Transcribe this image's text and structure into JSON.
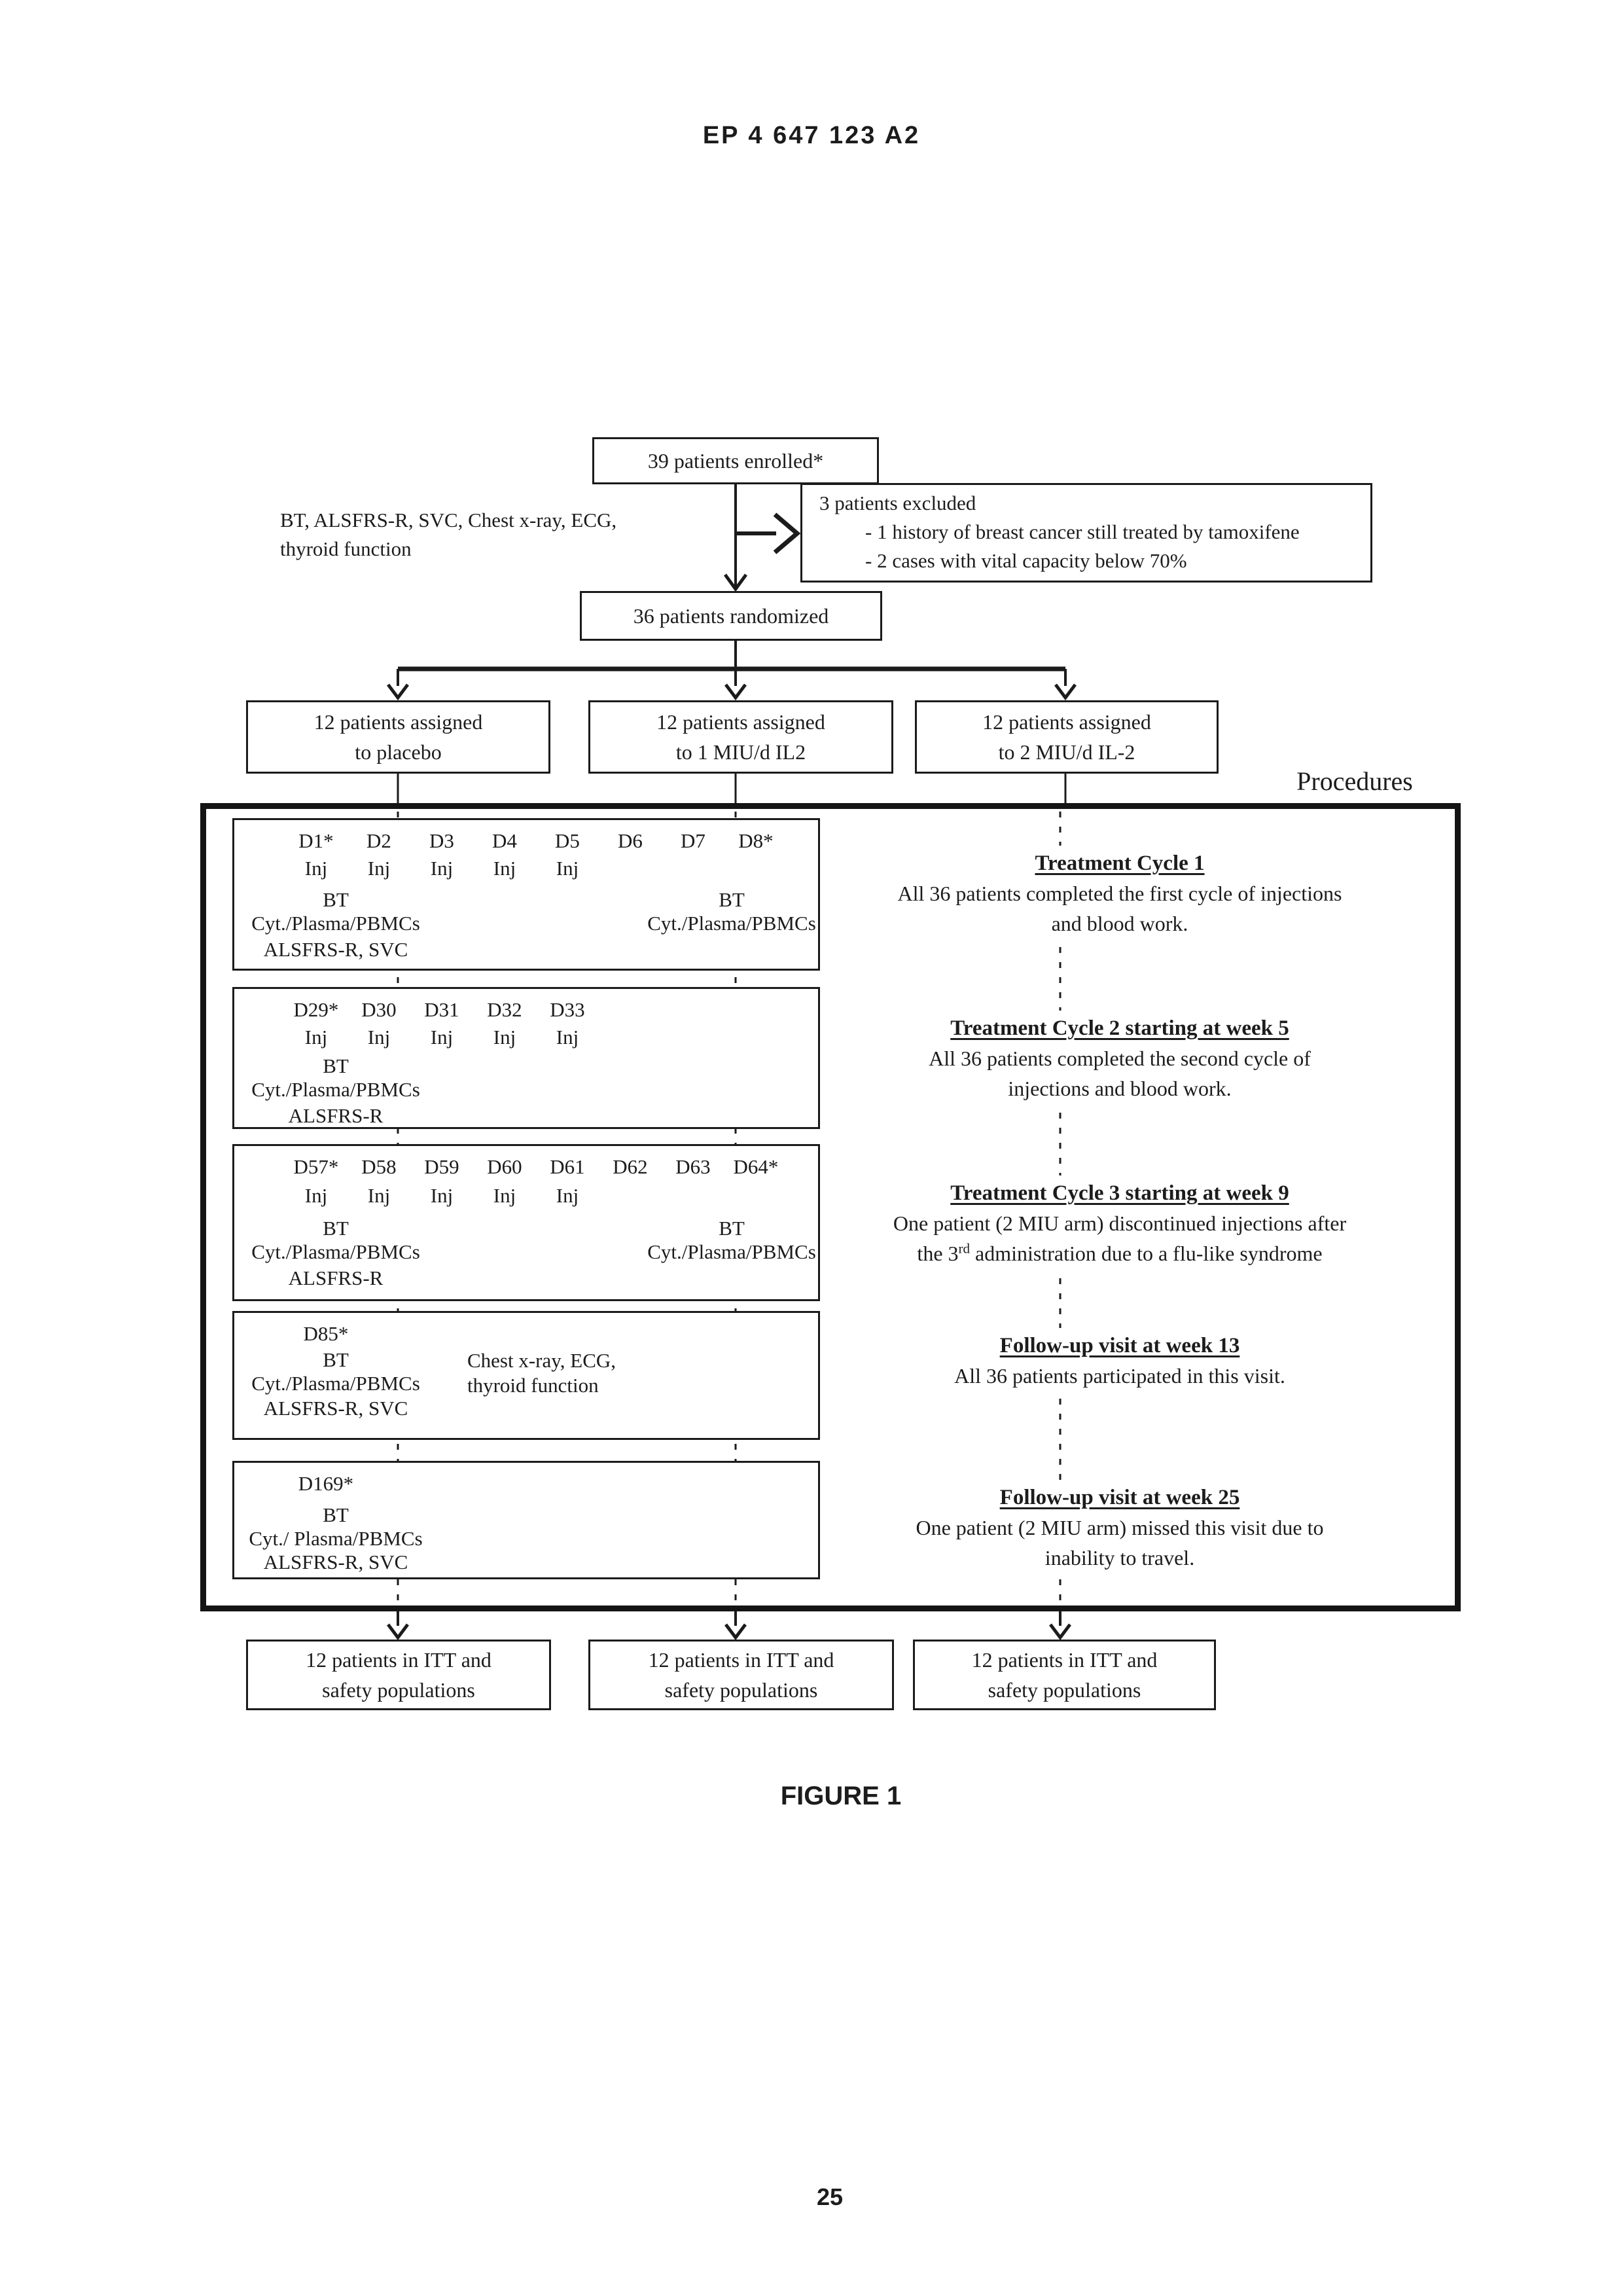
{
  "page": {
    "header": "EP 4 647 123 A2",
    "figure_caption": "FIGURE 1",
    "page_number": "25",
    "procedures_label": "Procedures"
  },
  "top_flow": {
    "enrolled": "39 patients enrolled*",
    "baseline_tests": {
      "line1": "BT, ALSFRS-R, SVC, Chest x-ray, ECG,",
      "line2": "thyroid function"
    },
    "excluded": {
      "title": "3 patients excluded",
      "item1": "- 1 history of breast cancer still treated by tamoxifene",
      "item2": "- 2 cases with vital capacity below 70%"
    },
    "randomized": "36 patients randomized",
    "arms": [
      {
        "line1": "12 patients assigned",
        "line2": "to placebo"
      },
      {
        "line1": "12 patients assigned",
        "line2": "to 1 MIU/d IL2"
      },
      {
        "line1": "12 patients assigned",
        "line2": "to 2 MIU/d IL-2"
      }
    ]
  },
  "labels": {
    "inj": "Inj",
    "bt": "BT",
    "cyt": "Cyt./Plasma/PBMCs",
    "cyt_spaced": "Cyt./ Plasma/PBMCs",
    "alsfrs_svc": "ALSFRS-R, SVC",
    "alsfrs": "ALSFRS-R"
  },
  "schedule_boxes": {
    "cycle1": {
      "days": [
        "D1*",
        "D2",
        "D3",
        "D4",
        "D5",
        "D6",
        "D7",
        "D8*"
      ]
    },
    "cycle2": {
      "days": [
        "D29*",
        "D30",
        "D31",
        "D32",
        "D33"
      ]
    },
    "cycle3": {
      "days": [
        "D57*",
        "D58",
        "D59",
        "D60",
        "D61",
        "D62",
        "D63",
        "D64*"
      ]
    },
    "followup13": {
      "day": "D85*",
      "extra_line1": "Chest x-ray, ECG,",
      "extra_line2": "thyroid function"
    },
    "followup25": {
      "day": "D169*"
    }
  },
  "timeline": [
    {
      "title": "Treatment Cycle 1",
      "line1": "All 36 patients completed the first cycle of injections",
      "line2": "and blood work."
    },
    {
      "title": "Treatment Cycle 2 starting at week 5",
      "line1": "All 36 patients completed the second cycle of",
      "line2": "injections and blood work."
    },
    {
      "title": "Treatment Cycle 3 starting at week 9",
      "line1": "One patient (2 MIU arm) discontinued injections after",
      "line2_pre": "the 3",
      "line2_sup": "rd",
      "line2_post": " administration due to a flu-like syndrome"
    },
    {
      "title": "Follow-up visit at week 13",
      "line1": "All 36 patients participated in this visit."
    },
    {
      "title": "Follow-up visit at week 25",
      "line1": "One patient (2 MIU arm) missed this visit due to",
      "line2": "inability to travel."
    }
  ],
  "outcome_boxes": [
    {
      "line1": "12 patients in ITT and",
      "line2": "safety populations"
    },
    {
      "line1": "12 patients in ITT and",
      "line2": "safety populations"
    },
    {
      "line1": "12 patients in ITT and",
      "line2": "safety populations"
    }
  ],
  "colors": {
    "ink": "#1c1c1c",
    "paper": "#ffffff"
  }
}
